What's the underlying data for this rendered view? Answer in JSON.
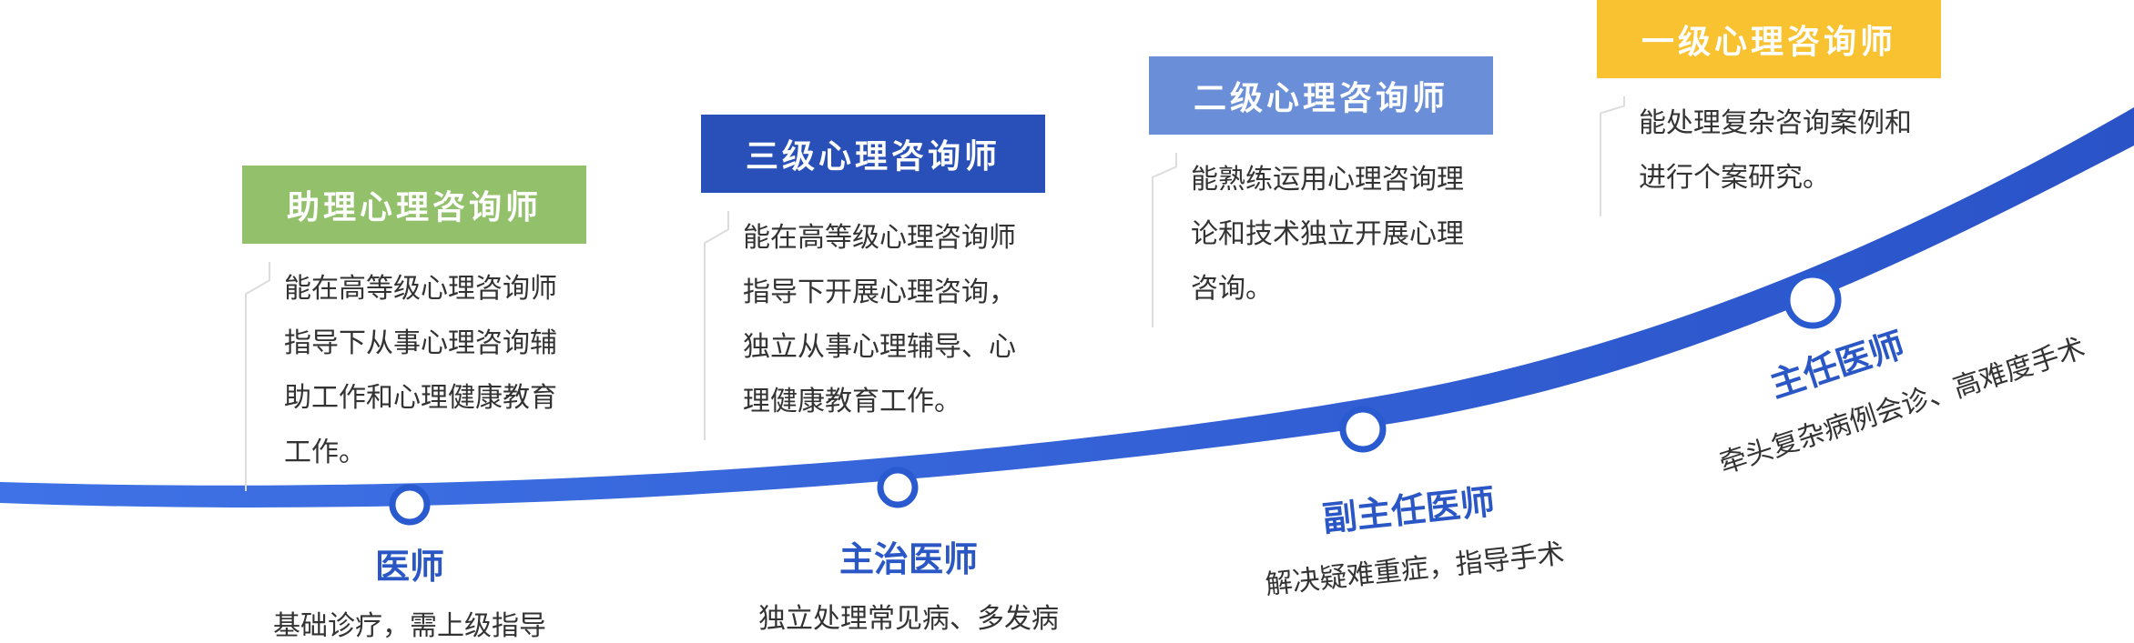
{
  "colors": {
    "green": "#93c06a",
    "dark_blue": "#2950b9",
    "light_blue": "#6a8fd8",
    "yellow": "#f8c230",
    "curve_blue": "#2a5ad0",
    "node_text": "#2a57c5"
  },
  "cards": [
    {
      "title": "助理心理咨询师",
      "lines": [
        "能在高等级心理咨询师",
        "指导下从事心理咨询辅",
        "助工作和心理健康教育",
        "工作。"
      ]
    },
    {
      "title": "三级心理咨询师",
      "lines": [
        "能在高等级心理咨询师",
        "指导下开展心理咨询，",
        "独立从事心理辅导、心",
        "理健康教育工作。"
      ]
    },
    {
      "title": "二级心理咨询师",
      "lines": [
        "能熟练运用心理咨询理",
        "论和技术独立开展心理",
        "咨询。"
      ]
    },
    {
      "title": "一级心理咨询师",
      "lines": [
        "能处理复杂咨询案例和",
        "进行个案研究。"
      ]
    }
  ],
  "nodes": [
    {
      "title": "医师",
      "desc": "基础诊疗，需上级指导"
    },
    {
      "title": "主治医师",
      "desc": "独立处理常见病、多发病"
    },
    {
      "title": "副主任医师",
      "desc": "解决疑难重症，指导手术"
    },
    {
      "title": "主任医师",
      "desc": "牵头复杂病例会诊、高难度手术"
    }
  ]
}
